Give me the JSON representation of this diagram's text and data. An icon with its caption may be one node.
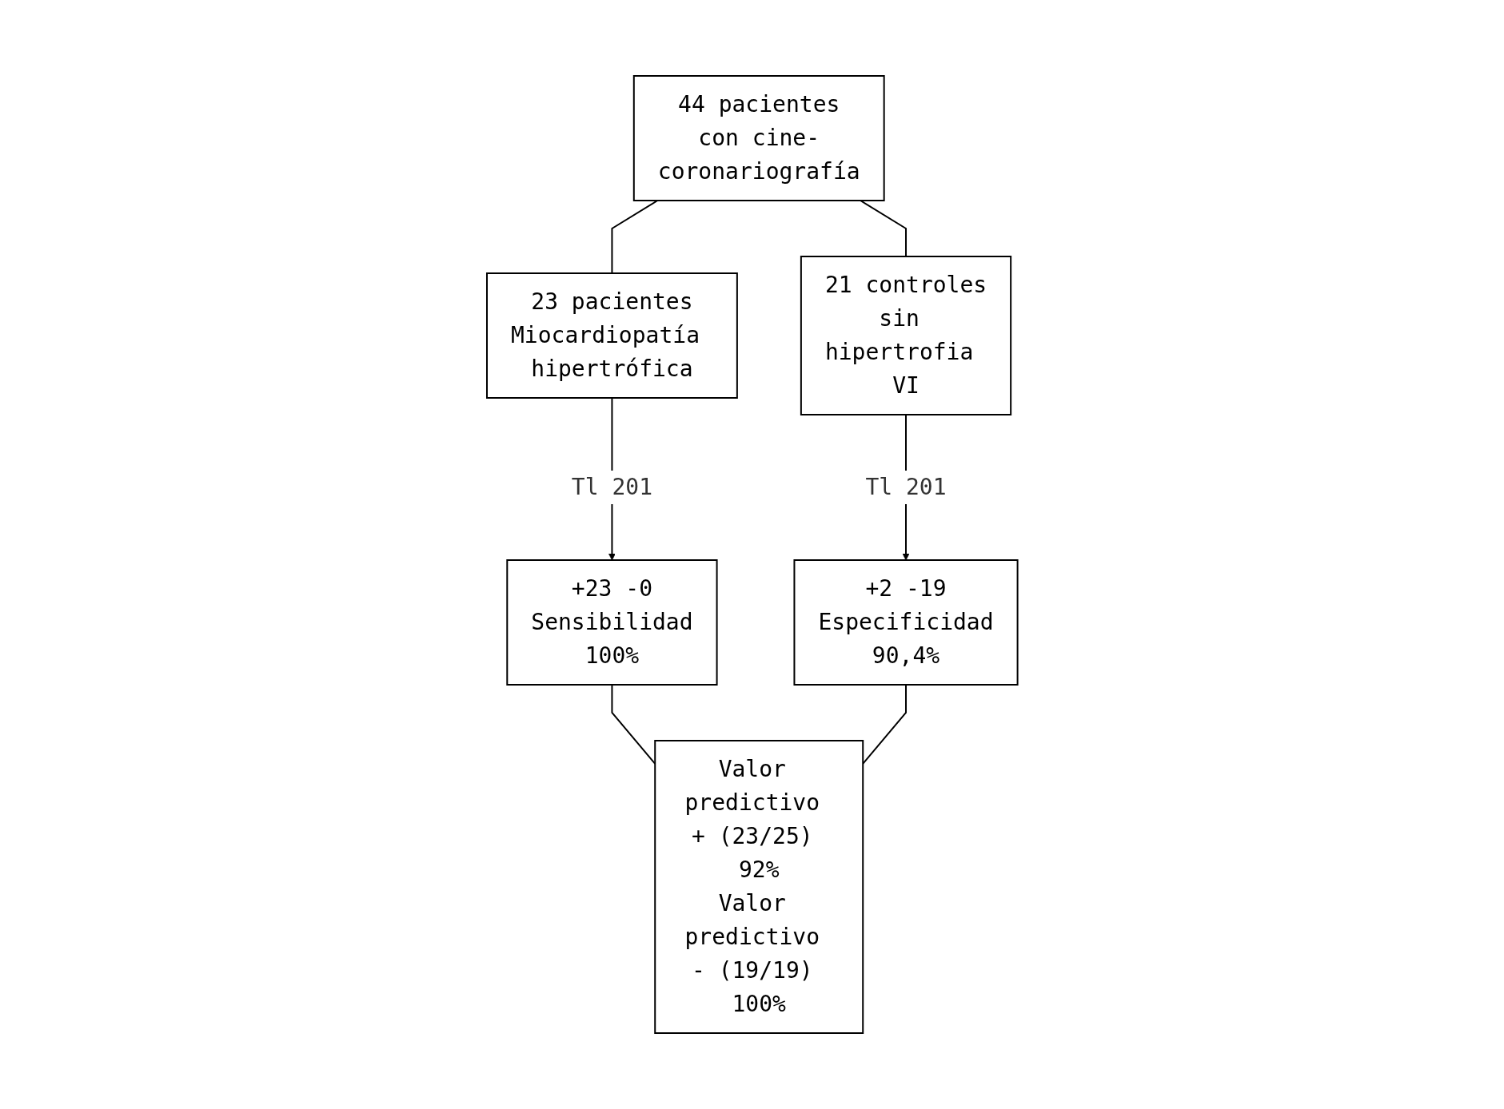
{
  "diagram": {
    "nodes": [
      {
        "text": [
          "44 pacientes",
          "con cine-coronariografía"
        ]
      },
      {
        "text": [
          "23 pacientes",
          "Miocardiopatía hipertrófica"
        ]
      },
      {
        "text": [
          "21 controles",
          "sin hipertrofia VI"
        ]
      },
      {
        "text": [
          "+23 -0",
          "Sensibilidad",
          "100%"
        ]
      },
      {
        "text": [
          "+2 -19",
          "Especificidad",
          "90,4%"
        ]
      },
      {
        "text": [
          "Valor predictivo + (23/25) 92%",
          "Valor predictivo - (19/19) 100%"
        ]
      }
    ],
    "edges": [
      {
        "from": 0,
        "to": 1,
        "arrow": "none"
      },
      {
        "from": 0,
        "to": 2,
        "arrow": "none"
      },
      {
        "from": 1,
        "to": 3,
        "arrow": "to",
        "label": "Tl 201"
      },
      {
        "from": 2,
        "to": 4,
        "arrow": "to",
        "label": "Tl 201"
      },
      {
        "from": 3,
        "to": 5,
        "arrow": "none"
      },
      {
        "from": 4,
        "to": 5,
        "arrow": "none"
      }
    ]
  }
}
